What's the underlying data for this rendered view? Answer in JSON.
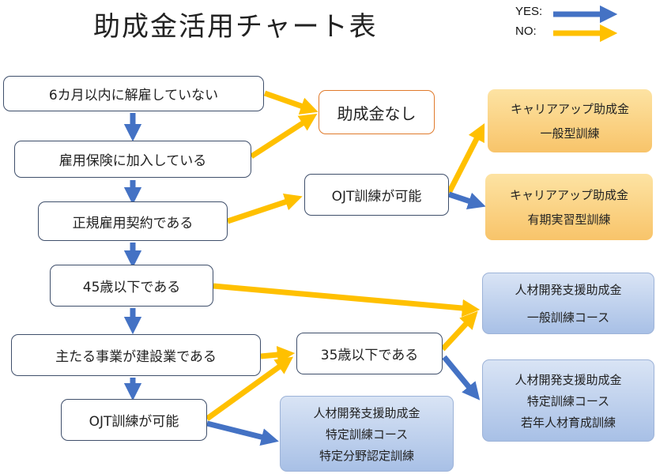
{
  "title": "助成金活用チャート表",
  "legend": {
    "yes_label": "YES:",
    "no_label": "NO:",
    "yes_color": "#4472c4",
    "no_color": "#ffc000"
  },
  "questions": {
    "q1": "6カ月以内に解雇していない",
    "q2": "雇用保険に加入している",
    "q3": "正規雇用契約である",
    "q4": "45歳以下である",
    "q5": "主たる事業が建設業である",
    "q6": "OJT訓練が可能",
    "ojt_mid": "OJT訓練が可能",
    "age35": "35歳以下である"
  },
  "results": {
    "none": "助成金なし",
    "career_general": [
      "キャリアアップ助成金",
      "一般型訓練"
    ],
    "career_fixed": [
      "キャリアアップ助成金",
      "有期実習型訓練"
    ],
    "hrd_general": [
      "人材開発支援助成金",
      "一般訓練コース"
    ],
    "hrd_youth": [
      "人材開発支援助成金",
      "特定訓練コース",
      "若年人材育成訓練"
    ],
    "hrd_field": [
      "人材開発支援助成金",
      "特定訓練コース",
      "特定分野認定訓練"
    ]
  }
}
